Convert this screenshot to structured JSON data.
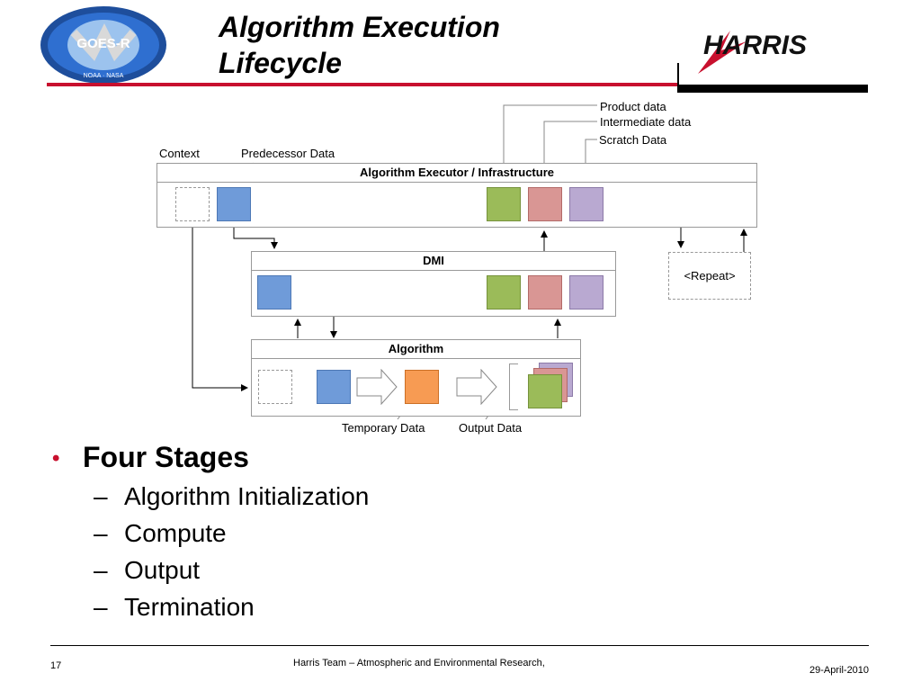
{
  "header": {
    "title_line1": "Algorithm Execution",
    "title_line2": "Lifecycle",
    "logo_left_text": "GOES-R",
    "logo_left_ring": "NOAA · NASA",
    "logo_right_text": "HARRIS"
  },
  "diagram": {
    "labels": {
      "product_data": "Product data",
      "intermediate_data": "Intermediate data",
      "scratch_data": "Scratch Data",
      "context": "Context",
      "predecessor_data": "Predecessor Data",
      "temporary_data": "Temporary Data",
      "output_data": "Output Data",
      "repeat": "<Repeat>"
    },
    "executor_title": "Algorithm Executor / Infrastructure",
    "dmi_title": "DMI",
    "algorithm_title": "Algorithm"
  },
  "bullets": {
    "main": "Four Stages",
    "dash": "–",
    "stages": [
      "Algorithm Initialization",
      "Compute",
      "Output",
      "Termination"
    ]
  },
  "footer": {
    "page": "17",
    "center": "Harris Team – Atmospheric and Environmental Research,",
    "date": "29-April-2010"
  },
  "colors": {
    "accent_red": "#c8102e",
    "blue": "#6f9bd9",
    "green": "#9bbb59",
    "red": "#d99694",
    "purple": "#b9a9d1",
    "orange": "#f79b53"
  }
}
